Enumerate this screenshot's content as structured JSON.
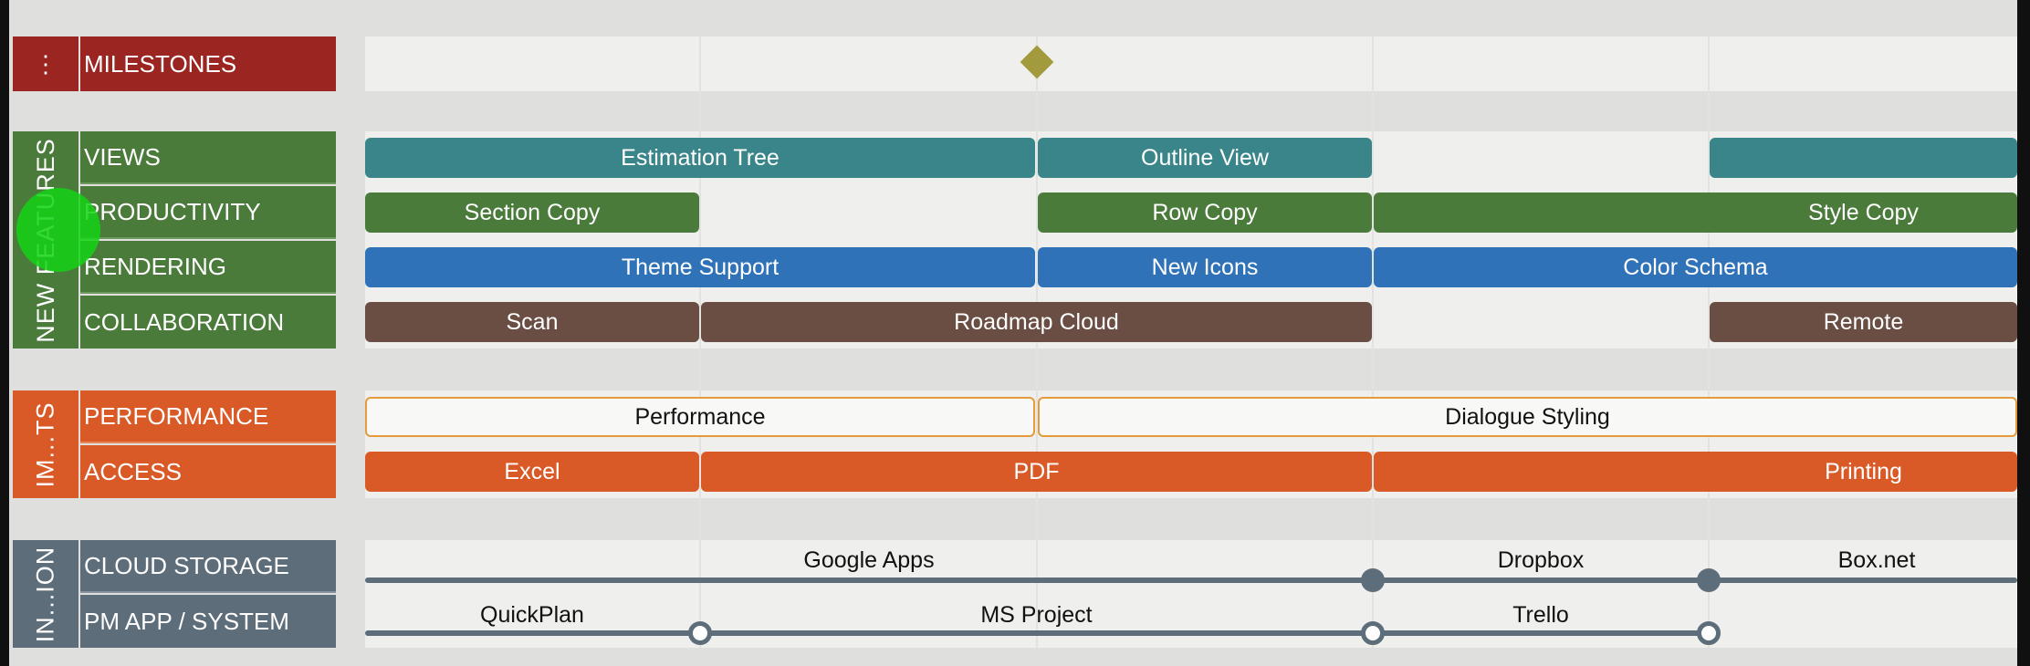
{
  "groups": {
    "milestones": {
      "side_icon": "⋮",
      "label": "MILESTONES",
      "color": "#9b2520"
    },
    "new_features": {
      "side_label": "NEW FEATURES",
      "color": "#4a7b3b"
    },
    "improvements": {
      "side_label": "IM...TS",
      "color": "#d95a26"
    },
    "integration": {
      "side_label": "IN...ION",
      "color": "#5d6d7a"
    }
  },
  "rows": {
    "views": "VIEWS",
    "productivity": "PRODUCTIVITY",
    "rendering": "RENDERING",
    "collaboration": "COLLABORATION",
    "performance": "PERFORMANCE",
    "access": "ACCESS",
    "cloud_storage": "CLOUD STORAGE",
    "pm_app": "PM APP / SYSTEM"
  },
  "milestones": {
    "icon": "diamond-icon",
    "color": "#a29a3c"
  },
  "bars": {
    "views": [
      "Estimation Tree",
      "Outline View",
      ""
    ],
    "productivity": [
      "Section Copy",
      "Row Copy",
      "Style Copy"
    ],
    "rendering": [
      "Theme Support",
      "New Icons",
      "Color Schema"
    ],
    "collaboration": [
      "Scan",
      "Roadmap Cloud",
      "Remote"
    ],
    "performance": [
      "Performance",
      "Dialogue Styling"
    ],
    "access": [
      "Excel",
      "PDF",
      "Printing"
    ]
  },
  "swimlanes": {
    "cloud_storage": [
      "Google Apps",
      "Dropbox",
      "Box.net"
    ],
    "pm_app": [
      "QuickPlan",
      "MS Project",
      "Trello"
    ]
  },
  "colors": {
    "views": "#3a8589",
    "productivity": "#4a7b3b",
    "rendering": "#3072b7",
    "collaboration": "#6a4d43",
    "access": "#d95a26",
    "outline_border": "#e59a3c",
    "integration_line": "#5d6d7a",
    "cursor": "#18d218"
  }
}
